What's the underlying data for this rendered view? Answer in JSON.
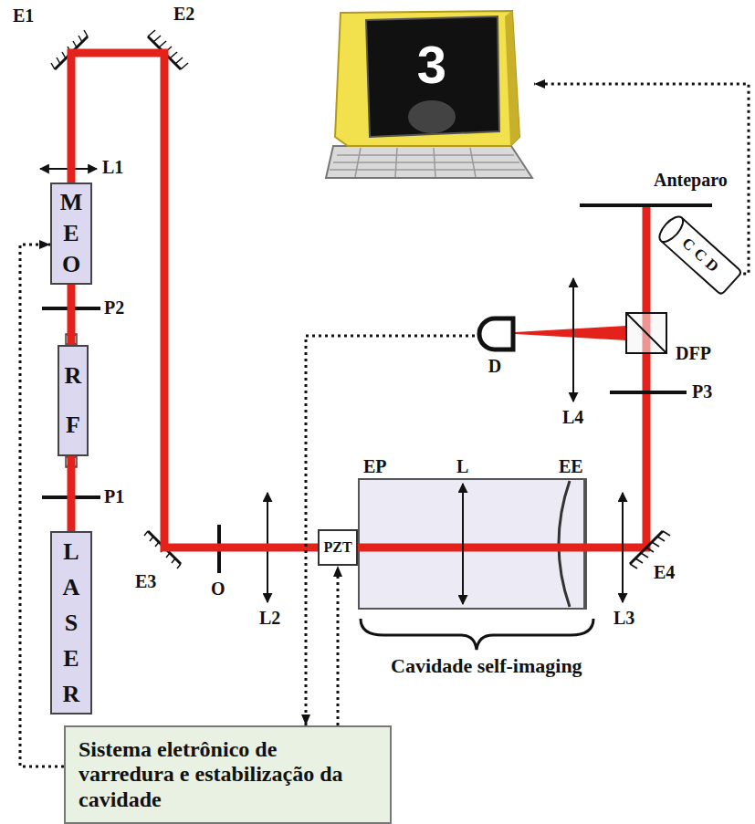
{
  "diagram": {
    "nodes": [
      {
        "text": [
          "3"
        ]
      },
      {
        "text": [
          "CCD"
        ]
      },
      {
        "text": [
          "MEO"
        ]
      },
      {
        "text": [
          "D"
        ]
      },
      {
        "text": [
          "RF"
        ]
      },
      {
        "text": [
          "PZT"
        ]
      },
      {
        "text": [
          "LASER"
        ]
      },
      {
        "text": [
          "Sistema eletrônico de varredura e estabilização da cavidade"
        ]
      }
    ],
    "edges": [
      {
        "from": 6,
        "to": 4,
        "arrow": "none"
      },
      {
        "from": 4,
        "to": 2,
        "arrow": "none"
      },
      {
        "from": 2,
        "to": 5,
        "arrow": "none"
      },
      {
        "from": 7,
        "to": 2,
        "arrow": "to"
      },
      {
        "from": 3,
        "to": 7,
        "arrow": "to"
      },
      {
        "from": 7,
        "to": 5,
        "arrow": "to"
      },
      {
        "from": 1,
        "to": 0,
        "arrow": "to"
      }
    ],
    "labels": [
      "E1",
      "E2",
      "L1",
      "Anteparo",
      "P2",
      "DFP",
      "P3",
      "L4",
      "P1",
      "EP",
      "L",
      "EE",
      "E3",
      "O",
      "L2",
      "L3",
      "E4",
      "Cavidade self-imaging"
    ]
  }
}
